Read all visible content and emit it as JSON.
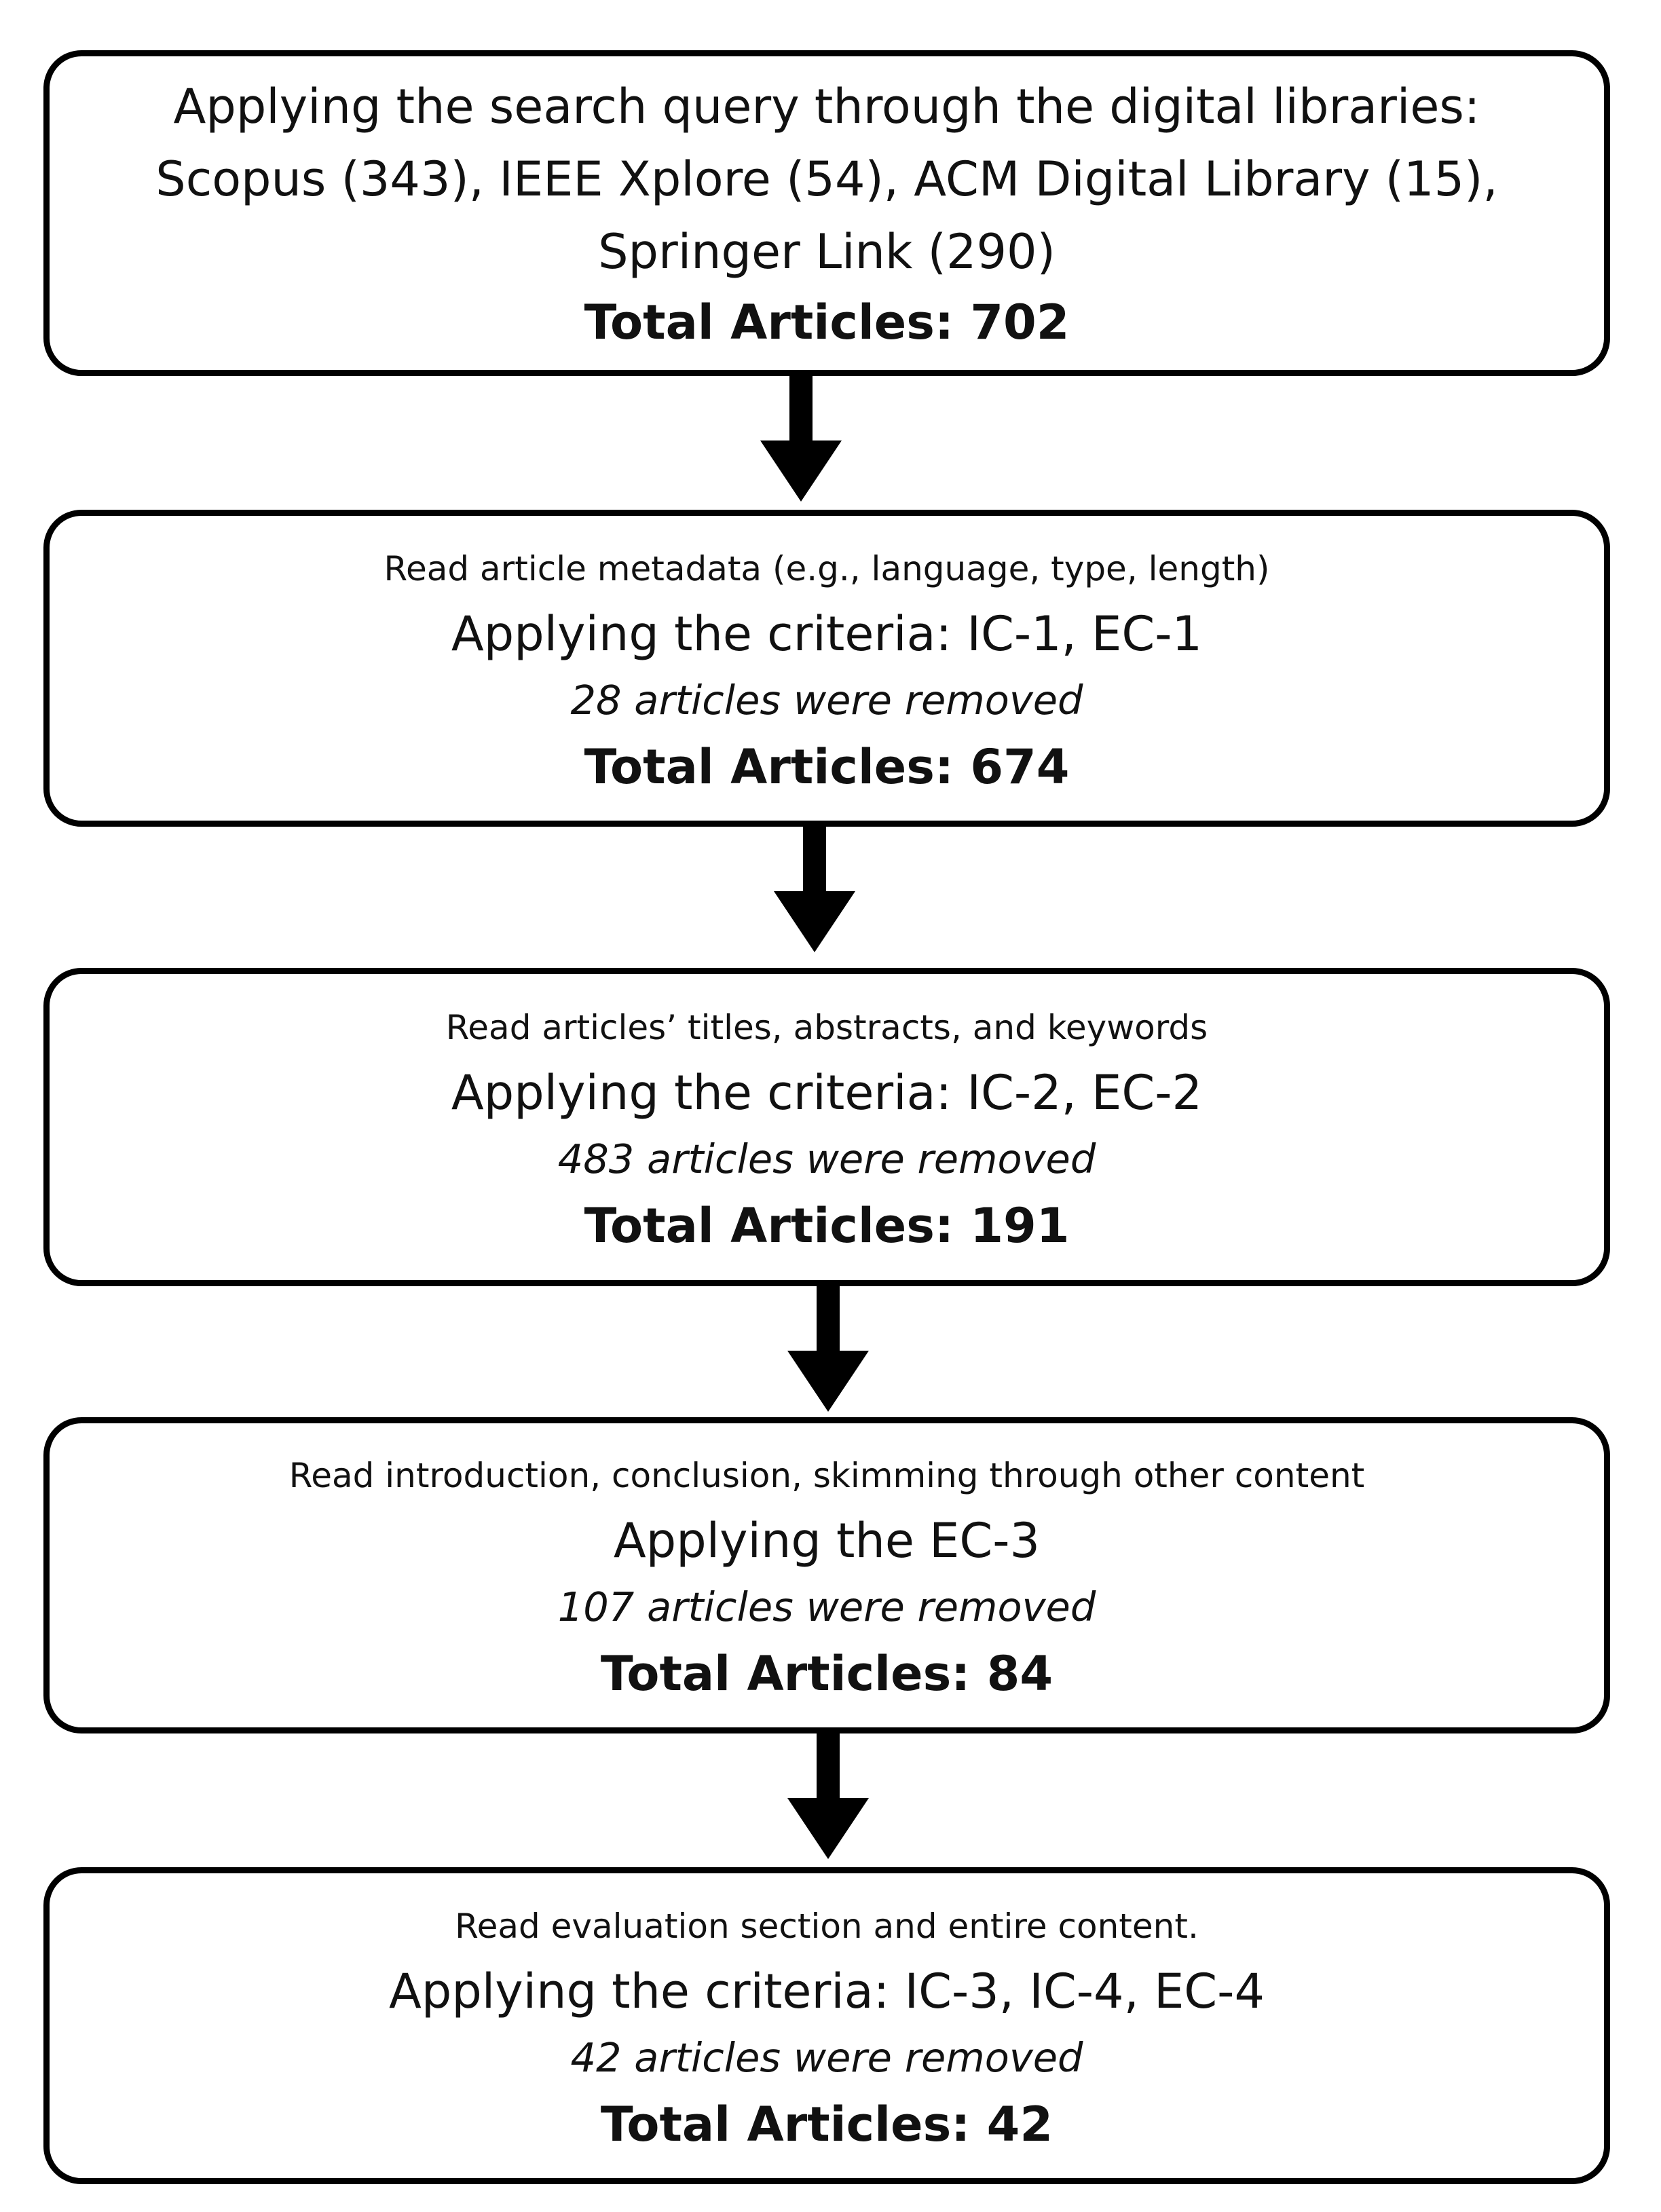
{
  "steps": [
    {
      "lines": [
        "Applying the search query through the digital libraries:",
        "Scopus (343), IEEE Xplore (54), ACM Digital Library (15),",
        "Springer Link (290)"
      ],
      "total": "Total Articles: 702"
    },
    {
      "activity": "Read article metadata (e.g., language, type, length)",
      "criteria": "Applying the criteria: IC-1, EC-1",
      "removed": "28 articles were removed",
      "total": "Total Articles: 674"
    },
    {
      "activity": "Read articles’ titles, abstracts, and keywords",
      "criteria": "Applying the criteria: IC-2, EC-2",
      "removed": "483 articles were removed",
      "total": "Total Articles: 191"
    },
    {
      "activity": "Read introduction, conclusion, skimming through other content",
      "criteria": "Applying the EC-3",
      "removed": "107 articles were removed",
      "total": "Total Articles: 84"
    },
    {
      "activity": "Read evaluation section and entire content.",
      "criteria": "Applying the criteria: IC-3, IC-4, EC-4",
      "removed": "42 articles were removed",
      "total": "Total Articles: 42"
    }
  ]
}
